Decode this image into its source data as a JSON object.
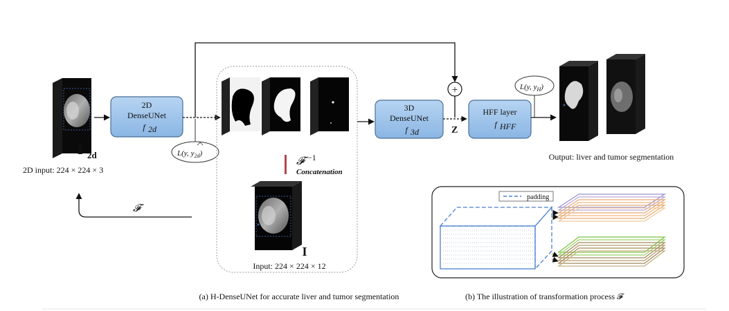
{
  "blocks": {
    "dense2d": {
      "line1": "2D",
      "line2": "DenseUNet",
      "func": "f",
      "func_sub": "2d"
    },
    "dense3d": {
      "line1": "3D",
      "line2": "DenseUNet",
      "func": "f",
      "func_sub": "3d"
    },
    "hff": {
      "line1": "HFF layer",
      "func": "f",
      "func_sub": "HFF"
    }
  },
  "labels": {
    "i2d_main": "I",
    "i2d_sub": "2d",
    "input2d": "2D input: 224 × 224 × 3",
    "input3d_main": "I",
    "input3d": "Input: 224 × 224 × 12",
    "z": "Z",
    "plus": "+",
    "finv_main": "𝓕",
    "finv_sup": "−1",
    "concat": "Concatenation",
    "f_arrow": "𝓕",
    "output": "Output: liver and tumor segmentation",
    "padding": "padding"
  },
  "losses": {
    "loss2d": {
      "prefix": "L(y, ",
      "hat": "y",
      "sub": "2d",
      "suffix": ")"
    },
    "lossh": {
      "prefix": "L(y, ",
      "hat": "y",
      "sub": "H",
      "suffix": ")"
    }
  },
  "captions": {
    "a": "(a) H-DenseUNet for accurate liver and tumor segmentation",
    "b": "(b) The illustration of transformation process 𝓕"
  },
  "colors": {
    "block_fill": "#9cc3ea",
    "block_stroke": "#4a6e96",
    "concat_bar": "#b24848",
    "padding_dash": "#4a7fd0"
  }
}
